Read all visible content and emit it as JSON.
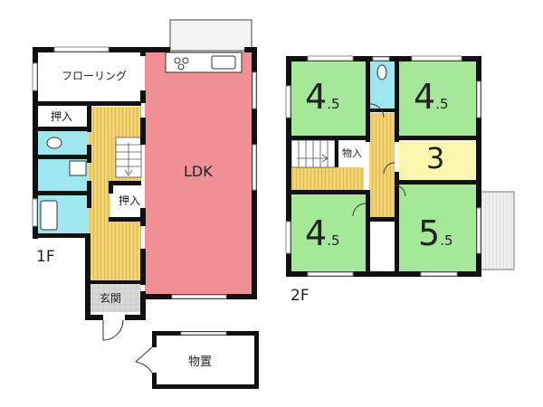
{
  "floors": {
    "first": {
      "label": "1F",
      "rooms": {
        "flooring": "フローリング",
        "oshiire_top": "押入",
        "oshiire_mid": "押入",
        "ldk": "LDK",
        "genkan": "玄関"
      }
    },
    "second": {
      "label": "2F",
      "rooms": {
        "nw_int": "4",
        "nw_dec": ".5",
        "ne_int": "4",
        "ne_dec": ".5",
        "sw_int": "4",
        "sw_dec": ".5",
        "se_int": "5",
        "se_dec": ".5",
        "e_small": "3",
        "closet": "物入"
      }
    },
    "outbuilding": {
      "storage": "物置"
    }
  },
  "colors": {
    "ldk": "#f08f96",
    "tatami": "#a6e89a",
    "tatami_small": "#fbf7b0",
    "wet": "#9ee6f0",
    "wood": "#f0cf6a",
    "balcony": "#e8e8e8",
    "wall": "#111111"
  }
}
